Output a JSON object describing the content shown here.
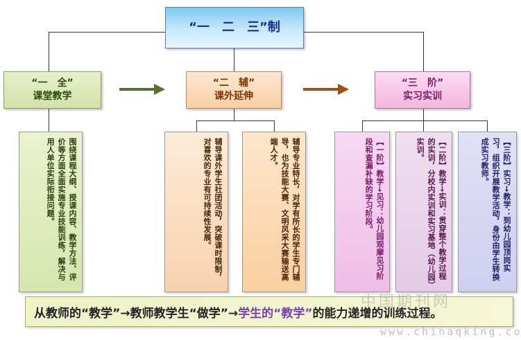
{
  "root": {
    "label": "“一　二　三”制"
  },
  "level1": [
    {
      "line1": "“一　全”",
      "line2": "课堂教学"
    },
    {
      "line1": "“二　辅”",
      "line2": "课外延伸"
    },
    {
      "line1": "“三　阶”",
      "line2": "实习实训"
    }
  ],
  "details": [
    "围绕课程大纲、授课内容、教学方法、评价等方面全面实施专业技能训练，解决与用人单位实际衔接问题。",
    "辅导课外学生社团活动，突破课时限制，对喜欢的专业有可持续性发展。",
    "辅导专业特长，对学有所长的学生专门辅导，也为技能大赛、文明风采大赛输送高端人才。",
    "【一阶】教学→见习：幼儿园观摩见习阶段和查漏补缺的学习阶段。",
    "【二阶】教学→实训：贯穿整个教学过程的实训，分校内实训和实习基地（幼儿园）实训。",
    "【三阶】实习→教学：到幼儿园顶岗实习，组织开展教学活动，身份由学生转换成实习教师。"
  ],
  "bottom": {
    "part1": "从教师的“教学”→教师教学生“做学”→",
    "part2": "学生的“教学”",
    "part3": "的能力递增的训练过程。"
  },
  "watermark": {
    "cn": "中国期刊网",
    "url": "www.chinaqking.com"
  },
  "colors": {
    "arrow1": "#5a7030",
    "arrow2": "#a0501a",
    "highlight": "#7a3fb0"
  }
}
